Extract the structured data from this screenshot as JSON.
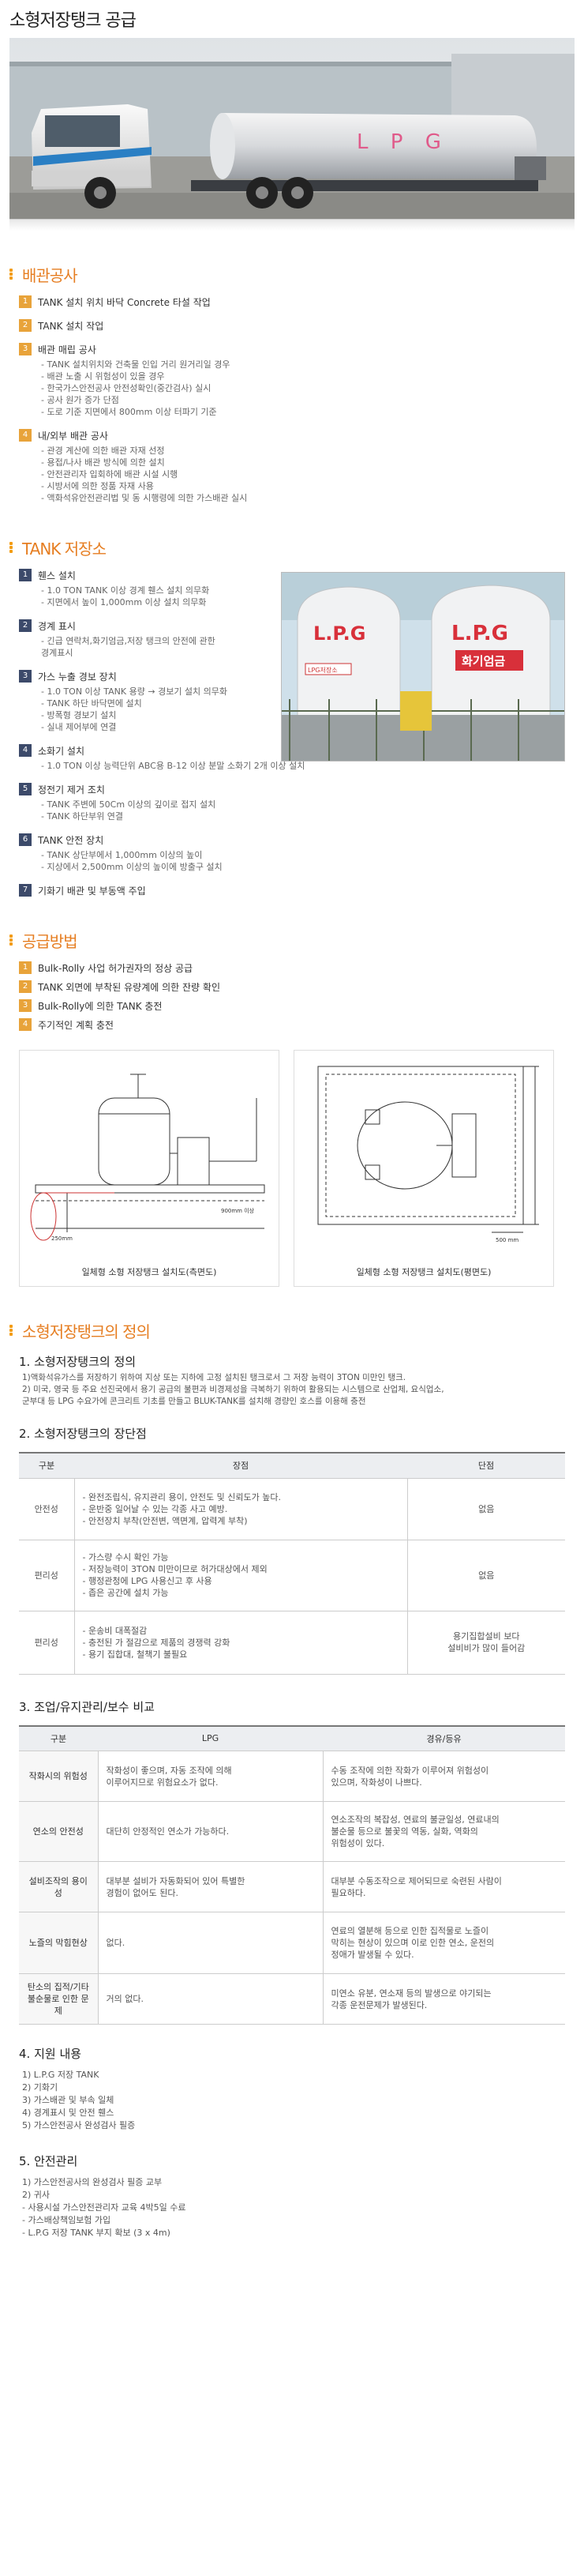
{
  "page_title": "소형저장탱크 공급",
  "hero": {
    "tank_label": "L P G"
  },
  "piping": {
    "title": "배관공사",
    "items": [
      {
        "num": "1",
        "label": "TANK 설치 위치 바닥 Concrete 타설 작업",
        "sub": []
      },
      {
        "num": "2",
        "label": "TANK 설치 작업",
        "sub": []
      },
      {
        "num": "3",
        "label": "배관 매립 공사",
        "sub": [
          "- TANK 설치위치와 건축물 인입 거리 원거리일 경우",
          "- 배관 노출 시 위험성이 있을 경우",
          "- 한국가스안전공사 안전성확인(중간검사) 실시",
          "- 공사 원가 증가 단점",
          "- 도로 기준 지면에서 800mm 이상 터파기 기준"
        ]
      },
      {
        "num": "4",
        "label": "내/외부 배관 공사",
        "sub": [
          "- 관경 계산에 의한 배관 자재 선정",
          "- 용접/나사 배관 방식에 의한 설치",
          "- 안전관리자 입회하에 배관 시설 시행",
          "- 시방서에 의한 정품 자재 사용",
          "- 액화석유안전관리법 및 동 시행령에 의한 가스배관 실시"
        ]
      }
    ]
  },
  "storage": {
    "title": "TANK 저장소",
    "photo_tank_labels": [
      "L.P.G",
      "L.P.G"
    ],
    "photo_signs": [
      "LPG저장소",
      "화기엄금"
    ],
    "items": [
      {
        "num": "1",
        "label": "휀스 설치",
        "sub": [
          "- 1.0 TON TANK 이상 경계 휀스 설치 의무화",
          "- 지면에서 높이 1,000mm 이상 설치 의무화"
        ]
      },
      {
        "num": "2",
        "label": "경계 표시",
        "sub": [
          "- 긴급 연락처,화기엄금,저장 탱크의 안전에 관한",
          "  경계표시"
        ]
      },
      {
        "num": "3",
        "label": "가스 누출 경보 장치",
        "sub": [
          "- 1.0 TON 이상 TANK 용량 → 경보기 설치 의무화",
          "- TANK 하단 바닥면에 설치",
          "- 방폭형 경보기 설치",
          "- 실내 제어부에 연결"
        ]
      },
      {
        "num": "4",
        "label": "소화기 설치",
        "sub": [
          "- 1.0 TON 이상 능력단위 ABC용 B-12 이상 분말 소화기 2개 이상 설치"
        ]
      },
      {
        "num": "5",
        "label": "정전기 제거 조치",
        "sub": [
          "- TANK 주변에 50Cm 이상의 깊이로 접지 설치",
          "- TANK 하단부위 연결"
        ]
      },
      {
        "num": "6",
        "label": "TANK 안전 장치",
        "sub": [
          "- TANK 상단부에서 1,000mm 이상의 높이",
          "- 지상에서 2,500mm 이상의 높이에 방출구 설치"
        ]
      },
      {
        "num": "7",
        "label": "기화기 배관 및 부동액 주입",
        "sub": []
      }
    ]
  },
  "supply": {
    "title": "공급방법",
    "items": [
      {
        "num": "1",
        "label": "Bulk-Rolly 사업 허가권자의 정상 공급"
      },
      {
        "num": "2",
        "label": "TANK 외면에 부착된 유량계에 의한 잔량 확인"
      },
      {
        "num": "3",
        "label": "Bulk-Rolly에 의한 TANK 충전"
      },
      {
        "num": "4",
        "label": "주기적인 계획 충전"
      }
    ],
    "drawings": [
      "일체형 소형 저장탱크 설치도(측면도)",
      "일체형 소형 저장탱크 설치도(평면도)"
    ],
    "dim_labels": [
      "900mm 이상",
      "250mm",
      "500 mm"
    ]
  },
  "definition": {
    "title": "소형저장탱크의 정의",
    "h1": "1. 소형저장탱크의 정의",
    "p1": [
      "1)액화석유가스를 저장하기 위하여 지상 또는 지하에 고정 설치된 탱크로서 그 저장 능력이 3TON 미만인 탱크.",
      "2) 미국, 영국 등 주요 선진국에서 용기 공급의 불편과 비경제성을 극복하기 위하여 활용되는 시스템으로 산업체, 요식업소,",
      "    군부대 등 LPG 수요가에 콘크리트 기초를 만들고 BLUK-TANK를 설치해 경량인 호스를 이용해 충전"
    ],
    "h2": "2. 소형저장탱크의 장단점",
    "t2_head": [
      "구분",
      "장점",
      "단점"
    ],
    "t2_rows": [
      {
        "k": "안전성",
        "pros": [
          "- 완전조립식, 유지관리 용이, 안전도 및 신뢰도가 높다.",
          "- 운반중 일어날 수 있는 각종 사고 예방.",
          "- 안전장치 부착(안전변, 액면계, 압력계 부착)"
        ],
        "cons": [
          "없음"
        ]
      },
      {
        "k": "편리성",
        "pros": [
          "- 가스량 수시 확인 가능",
          "- 저장능력이 3TON 미만이므로 허가대상에서 제외",
          "- 행정관청에 LPG 사용신고 후 사용",
          "- 좁은 공간에 설치 가능"
        ],
        "cons": [
          "없음"
        ]
      },
      {
        "k": "편리성",
        "pros": [
          "- 운송비 대폭절감",
          "- 충전된 가 절감으로 제품의 경쟁력 강화",
          "- 용기 집합대, 철책기 불필요"
        ],
        "cons": [
          "용기집합설비 보다",
          "설비비가 많이 들어감"
        ]
      }
    ],
    "h3": "3. 조업/유지관리/보수 비교",
    "t3_head": [
      "구분",
      "LPG",
      "경유/등유"
    ],
    "t3_rows": [
      {
        "k": "작화시의 위험성",
        "a": [
          "작화성이 좋으며, 자동 조작에 의해",
          "이루어지므로 위험요소가 없다."
        ],
        "b": [
          "수동 조작에 의한 작화가 이루어져 위험성이",
          "있으며, 작화성이 나쁘다."
        ]
      },
      {
        "k": "연소의 안전성",
        "a": [
          "대단히 안정적인 연소가 가능하다."
        ],
        "b": [
          "연소조작의 복잡성, 연료의 불균일성, 연료내의",
          "불순물 등으로 불꽃의 역동, 실화, 역화의",
          "위험성이 있다."
        ]
      },
      {
        "k": "설비조작의 용이성",
        "a": [
          "대부분 설비가 자동화되어 있어 특별한",
          "경험이 없어도 된다."
        ],
        "b": [
          "대부분 수동조작으로 제어되므로 숙련된 사람이",
          "필요하다."
        ]
      },
      {
        "k": "노즐의 막힘현상",
        "a": [
          "없다."
        ],
        "b": [
          "연료의 열분해 등으로 인한 집적물로 노즐이",
          "막히는 현상이 있으며 이로 인한 연소, 운전의",
          "정애가 발생될 수 있다."
        ]
      },
      {
        "k": "탄소의 집적/기타 불순물로 인한 문제",
        "a": [
          "거의 없다."
        ],
        "b": [
          "미연소 유분, 연소재 등의 발생으로 야기되는",
          "각종 운전문제가 발생된다."
        ]
      }
    ],
    "h4": "4. 지원 내용",
    "l4": [
      "1) L.P.G 저장 TANK",
      "2) 기화기",
      "3) 가스배관 및 부속 일체",
      "4) 경계표시 및 안전 휀스",
      "5) 가스안전공사 완성검사 필증"
    ],
    "h5": "5. 안전관리",
    "l5": [
      "1) 가스안전공사의 완성검사 필증 교부",
      "2) 귀사",
      "  - 사용시설 가스안전관리자 교육 4박5일 수료",
      "  - 가스배상책임보험 가입",
      "  - L.P.G 저장 TANK 부지 확보 (3 x 4m)"
    ]
  }
}
